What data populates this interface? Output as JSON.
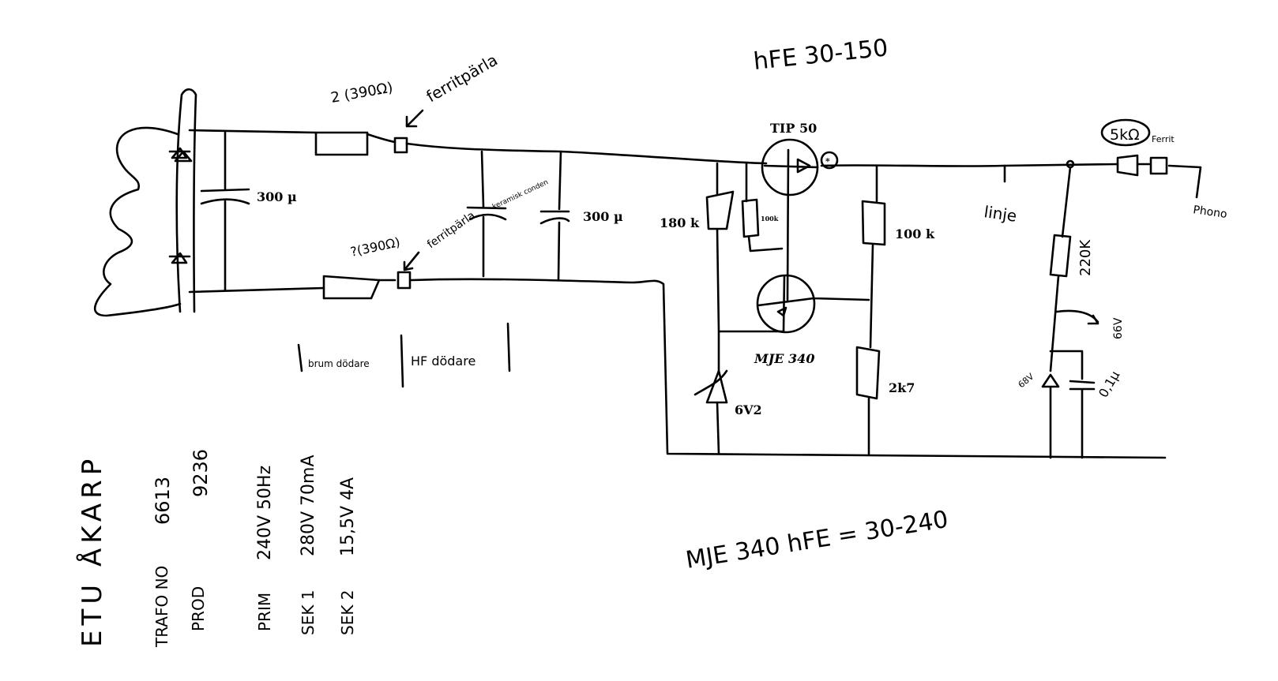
{
  "title_notes": {
    "hfe_tip": "hFE 30-150",
    "hfe_mje": "MJE 340 hFE = 30-240"
  },
  "labels": {
    "r_top": "2 (390Ω)",
    "ferrite_top": "ferritpärla",
    "r_bottom": "?(390Ω)",
    "ferrite_bottom": "ferritpärla",
    "cap1": "300 µ",
    "cap_ceramic": "keramisk conden",
    "cap2": "300 µ",
    "tip": "TIP 50",
    "star": "*",
    "r180": "180 k",
    "r100_small": "100k",
    "r100": "100 k",
    "mje": "MJE 340",
    "r2k7": "2k7",
    "zener": "6V2",
    "linje": "linje",
    "r5k6": "5kΩ",
    "ferrit": "Ferrit",
    "phono": "Phono",
    "r220": "220K",
    "v66": "66V",
    "zener68": "68V",
    "cap01": "0,1µ",
    "brum": "brum dödare",
    "hf": "HF dödare"
  },
  "trafo": {
    "maker": "ETU ÅKARP",
    "trafo_no_label": "TRAFO NO",
    "trafo_no": "6613",
    "prod_label": "PROD",
    "prod": "9236",
    "prim_label": "PRIM",
    "prim": "240V 50Hz",
    "sek1_label": "SEK 1",
    "sek1": "280V 70mA",
    "sek2_label": "SEK 2",
    "sek2": "15,5V 4A"
  }
}
